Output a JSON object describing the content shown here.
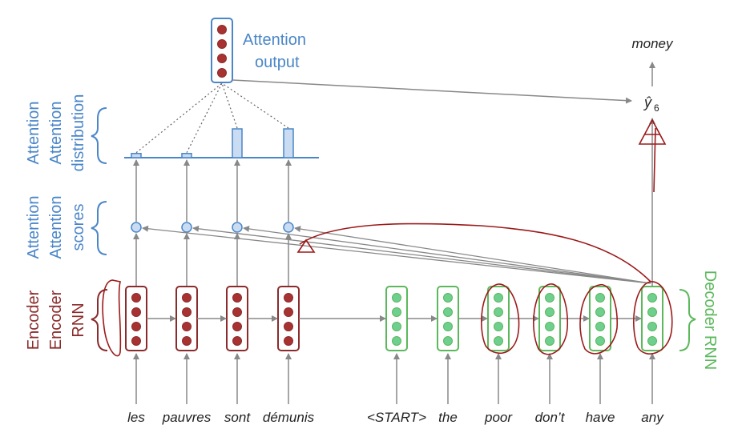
{
  "colors": {
    "blue": "#4a86c8",
    "red": "#8b2b2b",
    "red_fill": "#a83232",
    "green": "#5cb85c",
    "green_fill": "#6fcf8f",
    "gray": "#888888",
    "ink": "#9c1a1a"
  },
  "labels": {
    "attention_output_1": "Attention",
    "attention_output_2": "output",
    "attention_distribution": [
      "Attention",
      "Attention",
      "distribution"
    ],
    "attention_scores": [
      "Attention",
      "Attention",
      "scores"
    ],
    "encoder_rnn": [
      "Encoder",
      "Encoder",
      "RNN"
    ],
    "decoder_rnn": "Decoder RNN",
    "output_word": "money",
    "y_hat": "ŷ",
    "y_sub": "6"
  },
  "encoder_words": [
    "les",
    "pauvres",
    "sont",
    "démunis"
  ],
  "decoder_words": [
    "<START>",
    "the",
    "poor",
    "don’t",
    "have",
    "any"
  ],
  "attention_weights": [
    0.08,
    0.08,
    0.55,
    0.55
  ]
}
